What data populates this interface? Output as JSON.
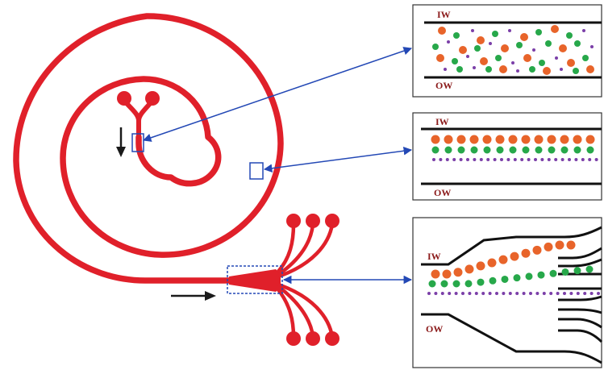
{
  "colors": {
    "channel": "#e0202a",
    "arrow_blue": "#2348b5",
    "arrow_black": "#1a1a1a",
    "label_red": "#8b1a1a",
    "particle_orange": "#e8642a",
    "particle_green": "#27a84a",
    "particle_purple": "#7b3fa8",
    "panel_border": "#333333",
    "wall": "#111111"
  },
  "panels": [
    {
      "id": "panel-1",
      "inner_wall_label": "IW",
      "outer_wall_label": "OW",
      "state": "random-distribution"
    },
    {
      "id": "panel-2",
      "inner_wall_label": "IW",
      "outer_wall_label": "OW",
      "state": "focused-bands"
    },
    {
      "id": "panel-3",
      "inner_wall_label": "IW",
      "outer_wall_label": "OW",
      "state": "outlet-separation"
    }
  ],
  "icons": {
    "inlet_flow_arrow": "down-arrow-icon",
    "outlet_flow_arrow": "right-arrow-icon"
  }
}
